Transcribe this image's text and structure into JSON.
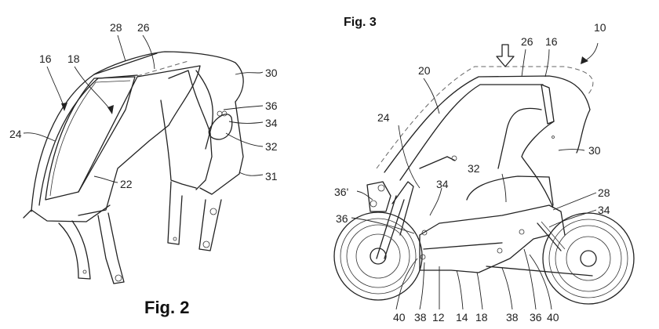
{
  "figures": [
    {
      "caption": "Fig. 2",
      "refs": [
        "28",
        "26",
        "16",
        "18",
        "30",
        "36",
        "34",
        "24",
        "32",
        "22",
        "31"
      ]
    },
    {
      "caption": "Fig. 3",
      "refs": [
        "10",
        "26",
        "16",
        "20",
        "24",
        "30",
        "32",
        "34",
        "36'",
        "28",
        "34",
        "36",
        "40",
        "38",
        "12",
        "14",
        "18",
        "38",
        "36",
        "40"
      ]
    }
  ]
}
